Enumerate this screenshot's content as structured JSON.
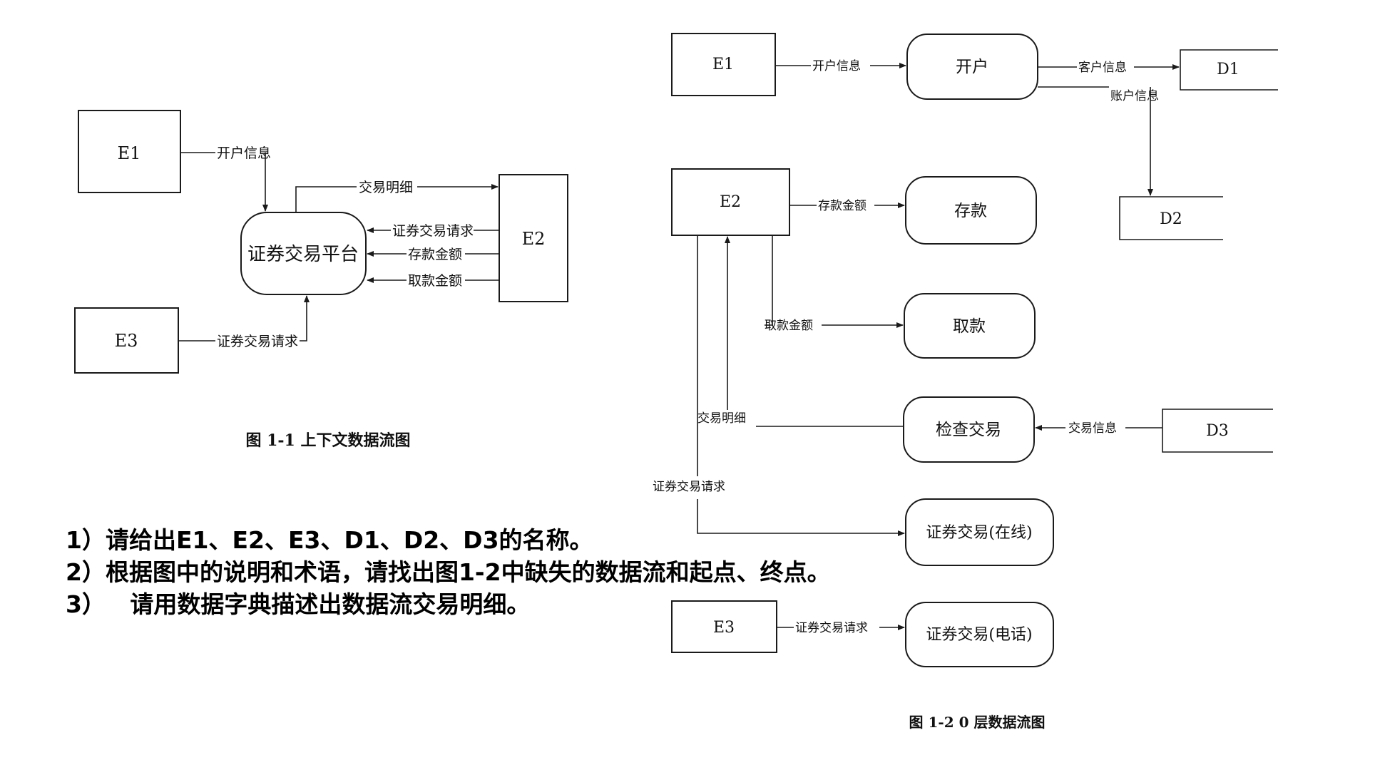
{
  "fig1": {
    "caption": "图 1-1 上下文数据流图",
    "e1": "E1",
    "e2": "E2",
    "e3": "E3",
    "process": "证券交易平台",
    "flow_open": "开户信息",
    "flow_detail": "交易明细",
    "flow_req_e2": "证券交易请求",
    "flow_deposit": "存款金额",
    "flow_withdraw": "取款金额",
    "flow_req_e3": "证券交易请求"
  },
  "fig2": {
    "caption": "图 1-2  0 层数据流图",
    "e1": "E1",
    "e2": "E2",
    "e3": "E3",
    "d1": "D1",
    "d2": "D2",
    "d3": "D3",
    "p_open": "开户",
    "p_deposit": "存款",
    "p_withdraw": "取款",
    "p_check": "检查交易",
    "p_online": "证券交易(在线)",
    "p_phone": "证券交易(电话)",
    "flow_open": "开户信息",
    "flow_customer": "客户信息",
    "flow_account": "账户信息",
    "flow_deposit": "存款金额",
    "flow_withdraw": "取款金额",
    "flow_detail": "交易明细",
    "flow_trade_info": "交易信息",
    "flow_req_online": "证券交易请求",
    "flow_req_phone": "证券交易请求"
  },
  "questions": [
    "1）请给出E1、E2、E3、D1、D2、D3的名称。",
    "2）根据图中的说明和术语，请找出图1-2中缺失的数据流和起点、终点。",
    "3）   请用数据字典描述出数据流交易明细。"
  ]
}
